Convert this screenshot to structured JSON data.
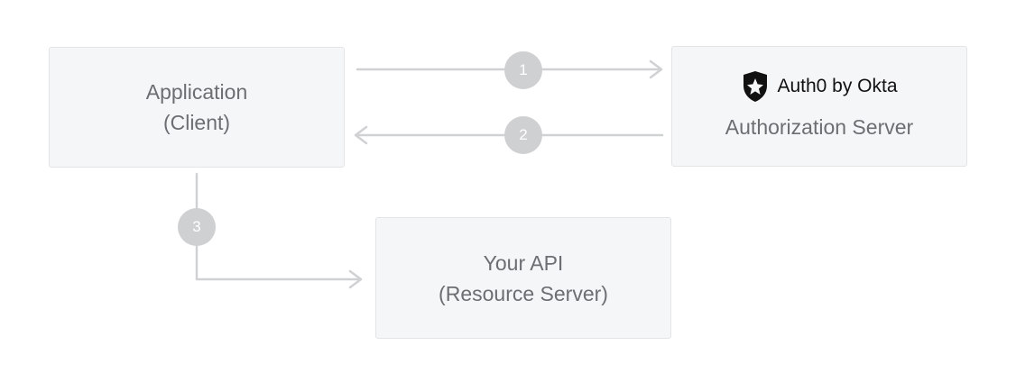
{
  "nodes": {
    "client": {
      "line1": "Application",
      "line2": "(Client)"
    },
    "auth_server": {
      "brand": "Auth0 by Okta",
      "label": "Authorization Server"
    },
    "api": {
      "line1": "Your API",
      "line2": "(Resource Server)"
    }
  },
  "steps": [
    "1",
    "2",
    "3"
  ],
  "colors": {
    "box_fill": "#f5f6f7",
    "box_border": "#e3e4e6",
    "connector": "#d0d1d3",
    "badge": "#cfd0d2",
    "text": "#6b6e72",
    "brand_text": "#111111"
  },
  "icons": {
    "brand_logo": "auth0-shield-icon"
  }
}
